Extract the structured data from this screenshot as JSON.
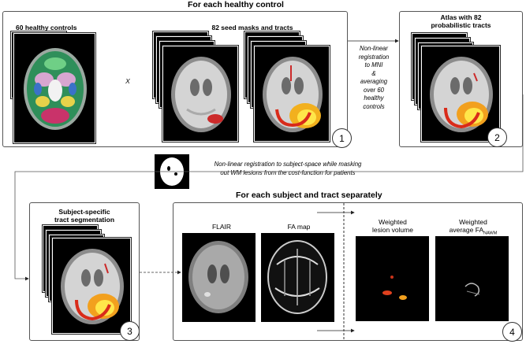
{
  "top_section": {
    "title": "For each healthy control",
    "controls_label": "60 healthy controls",
    "times_symbol": "X",
    "seed_label": "82 seed masks and tracts",
    "badge": "1"
  },
  "registration_note": {
    "lines": [
      "Non-linear",
      "registration",
      "to MNI",
      "&",
      "averaging",
      "over 60",
      "healthy",
      "controls"
    ]
  },
  "atlas_section": {
    "label_line1": "Atlas with 82",
    "label_line2": "probabilistic tracts",
    "badge": "2"
  },
  "subject_registration_note": {
    "line1": "Non-linear registration to subject-space while masking",
    "line2": "out WM lesions from the cost-function for patients"
  },
  "subject_section": {
    "label_line1": "Subject-specific",
    "label_line2": "tract segmentation",
    "badge": "3"
  },
  "per_subject_section": {
    "title": "For each subject and tract separately",
    "flair_label": "FLAIR",
    "fa_label": "FA map",
    "lesion_label_line1": "Weighted",
    "lesion_label_line2": "lesion volume",
    "fa_weighted_line1": "Weighted",
    "fa_weighted_prefix": "average FA",
    "fa_weighted_sub": "NAWM",
    "badge": "4"
  }
}
